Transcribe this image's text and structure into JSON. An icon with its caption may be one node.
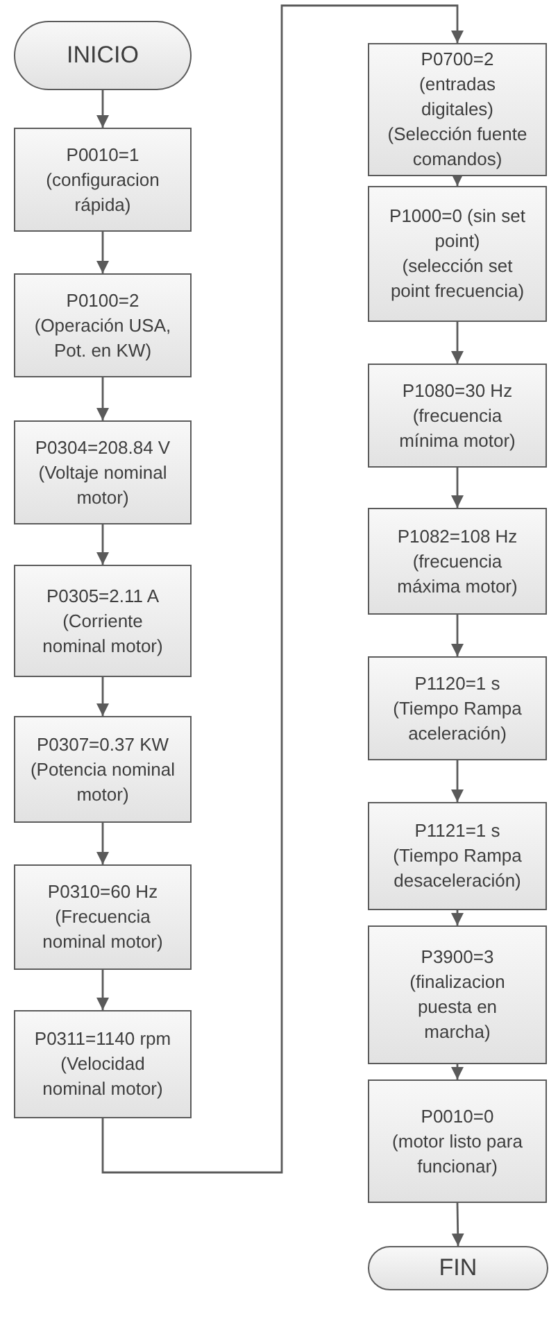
{
  "diagram": {
    "nodes": [
      {
        "text": [
          "INICIO"
        ]
      },
      {
        "text": [
          "P0010=1",
          "(configuracion rápida)"
        ]
      },
      {
        "text": [
          "P0100=2",
          "(Operación USA, Pot. en KW)"
        ]
      },
      {
        "text": [
          "P0304=208.84 V",
          "(Voltaje nominal motor)"
        ]
      },
      {
        "text": [
          "P0305=2.11 A",
          "(Corriente nominal motor)"
        ]
      },
      {
        "text": [
          "P0307=0.37 KW",
          "(Potencia nominal motor)"
        ]
      },
      {
        "text": [
          "P0310=60 Hz",
          "(Frecuencia nominal motor)"
        ]
      },
      {
        "text": [
          "P0311=1140 rpm",
          "(Velocidad nominal motor)"
        ]
      },
      {
        "text": [
          "P0700=2 (entradas digitales)",
          "(Selección fuente comandos)"
        ]
      },
      {
        "text": [
          "P1000=0 (sin set point)",
          "(selección set point frecuencia)"
        ]
      },
      {
        "text": [
          "P1080=30 Hz",
          "(frecuencia mínima motor)"
        ]
      },
      {
        "text": [
          "P1082=108 Hz",
          "(frecuencia máxima motor)"
        ]
      },
      {
        "text": [
          "P1120=1 s",
          "(Tiempo Rampa aceleración)"
        ]
      },
      {
        "text": [
          "P1121=1 s",
          "(Tiempo Rampa desaceleración)"
        ]
      },
      {
        "text": [
          "P3900=3",
          "(finalizacion puesta en marcha)"
        ]
      },
      {
        "text": [
          "P0010=0",
          "(motor listo para funcionar)"
        ]
      },
      {
        "text": [
          "FIN"
        ]
      }
    ],
    "edges": [
      {
        "from": 0,
        "to": 1,
        "arrow": "to"
      },
      {
        "from": 1,
        "to": 2,
        "arrow": "to"
      },
      {
        "from": 2,
        "to": 3,
        "arrow": "to"
      },
      {
        "from": 3,
        "to": 4,
        "arrow": "to"
      },
      {
        "from": 4,
        "to": 5,
        "arrow": "to"
      },
      {
        "from": 5,
        "to": 6,
        "arrow": "to"
      },
      {
        "from": 6,
        "to": 7,
        "arrow": "to"
      },
      {
        "from": 7,
        "to": 8,
        "arrow": "to"
      },
      {
        "from": 8,
        "to": 9,
        "arrow": "to"
      },
      {
        "from": 9,
        "to": 10,
        "arrow": "to"
      },
      {
        "from": 10,
        "to": 11,
        "arrow": "to"
      },
      {
        "from": 11,
        "to": 12,
        "arrow": "to"
      },
      {
        "from": 12,
        "to": 13,
        "arrow": "to"
      },
      {
        "from": 13,
        "to": 14,
        "arrow": "to"
      },
      {
        "from": 14,
        "to": 15,
        "arrow": "to"
      },
      {
        "from": 15,
        "to": 16,
        "arrow": "to"
      }
    ]
  }
}
